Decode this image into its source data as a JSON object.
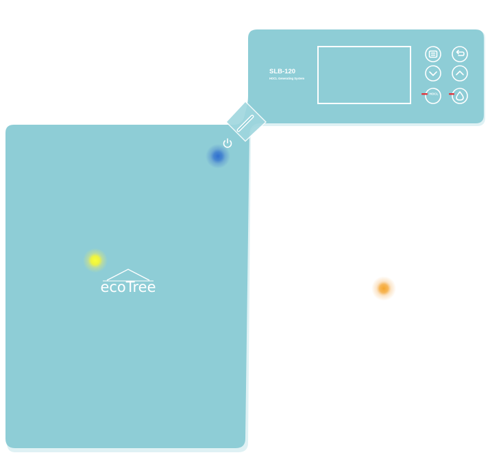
{
  "device": {
    "model": "SLB-120",
    "subtitle": "HOCL Generating System",
    "brand": "ecoTree",
    "body_color": "#8ecdd6",
    "edge_color": "#dff1f4"
  },
  "controls": {
    "menu_icon": "menu-icon",
    "back_icon": "back-arrow-icon",
    "down_icon": "chevron-down-icon",
    "up_icon": "chevron-up-icon",
    "hocl_label": "HOCL",
    "water_icon": "water-drop-icon",
    "power_icon": "power-icon"
  },
  "indicators": {
    "blue": {
      "color": "#3f7fd0"
    },
    "yellow": {
      "color": "#f5f53a"
    },
    "orange": {
      "color": "#f5a93a"
    },
    "red_led": "#e0333a"
  }
}
